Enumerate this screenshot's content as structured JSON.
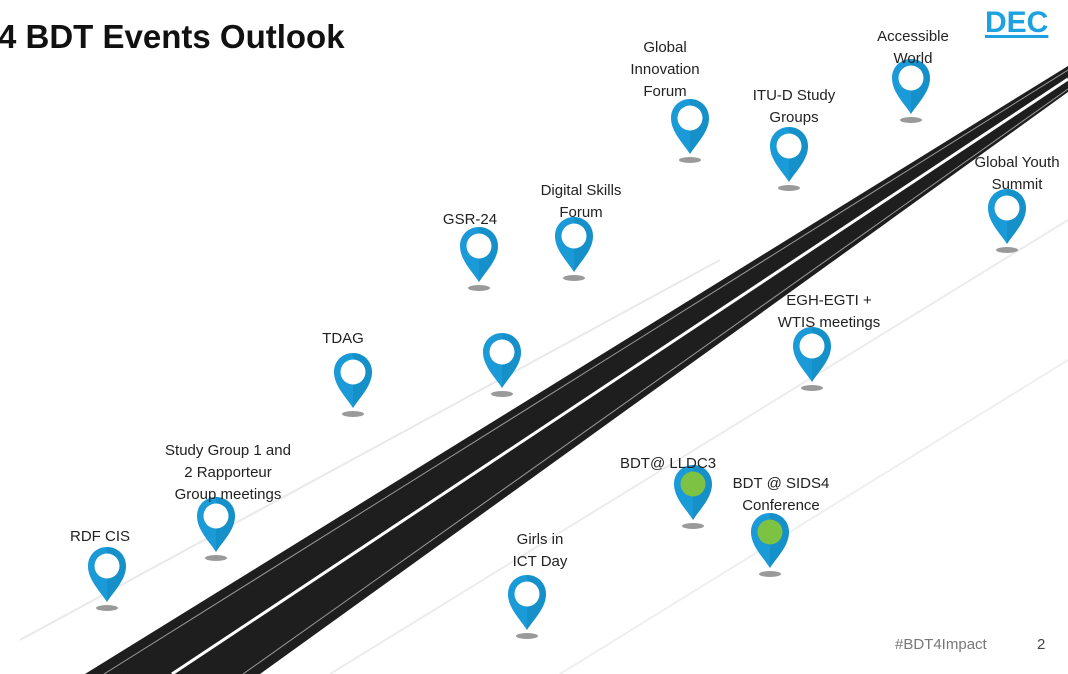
{
  "slide": {
    "title": "4 BDT Events Outlook",
    "month": "DEC",
    "hashtag": "#BDT4Impact",
    "page_number": "2"
  },
  "colors": {
    "pin_blue": "#1a9ad6",
    "pin_highlight": "#7dc242",
    "road": "#1e1e1e",
    "title_accent": "#1da1e0"
  },
  "events": [
    {
      "id": "rdf-cis",
      "lines": [
        "RDF CIS"
      ],
      "highlight": false
    },
    {
      "id": "study-group",
      "lines": [
        "Study Group 1 and",
        "2 Rapporteur",
        "Group meetings"
      ],
      "highlight": false
    },
    {
      "id": "tdag",
      "lines": [
        "TDAG"
      ],
      "highlight": false
    },
    {
      "id": "road-marker",
      "lines": [],
      "highlight": false
    },
    {
      "id": "gsr-24",
      "lines": [
        "GSR-24"
      ],
      "highlight": false
    },
    {
      "id": "digital-skills",
      "lines": [
        "Digital Skills",
        "Forum"
      ],
      "highlight": false
    },
    {
      "id": "global-innovation",
      "lines": [
        "Global",
        "Innovation",
        "Forum"
      ],
      "highlight": false
    },
    {
      "id": "itud-study",
      "lines": [
        "ITU-D Study",
        "Groups"
      ],
      "highlight": false
    },
    {
      "id": "accessible-world",
      "lines": [
        "Accessible",
        "World"
      ],
      "highlight": false
    },
    {
      "id": "global-youth",
      "lines": [
        "Global Youth",
        "Summit"
      ],
      "highlight": false
    },
    {
      "id": "egh-egti",
      "lines": [
        "EGH-EGTI +",
        "WTIS meetings"
      ],
      "highlight": false
    },
    {
      "id": "bdt-lldc3",
      "lines": [
        "BDT@ LLDC3"
      ],
      "highlight": true
    },
    {
      "id": "bdt-sids4",
      "lines": [
        "BDT @ SIDS4",
        "Conference"
      ],
      "highlight": true
    },
    {
      "id": "girls-ict",
      "lines": [
        "Girls in",
        "ICT Day"
      ],
      "highlight": false
    }
  ]
}
